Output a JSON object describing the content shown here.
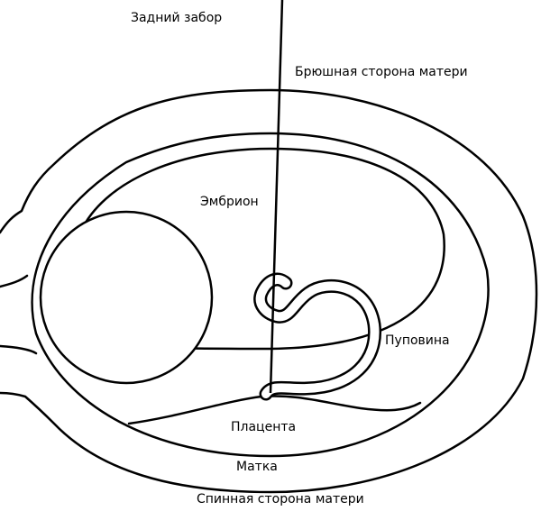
{
  "labels": {
    "back_fence": "Задний забор",
    "mother_ventral": "Брюшная сторона матери",
    "embryo": "Эмбрион",
    "umbilical_cord": "Пуповина",
    "placenta": "Плацента",
    "uterus": "Матка",
    "mother_dorsal": "Спинная сторона матери"
  },
  "colors": {
    "stroke": "#000000",
    "fill": "#ffffff",
    "text": "#000000"
  }
}
